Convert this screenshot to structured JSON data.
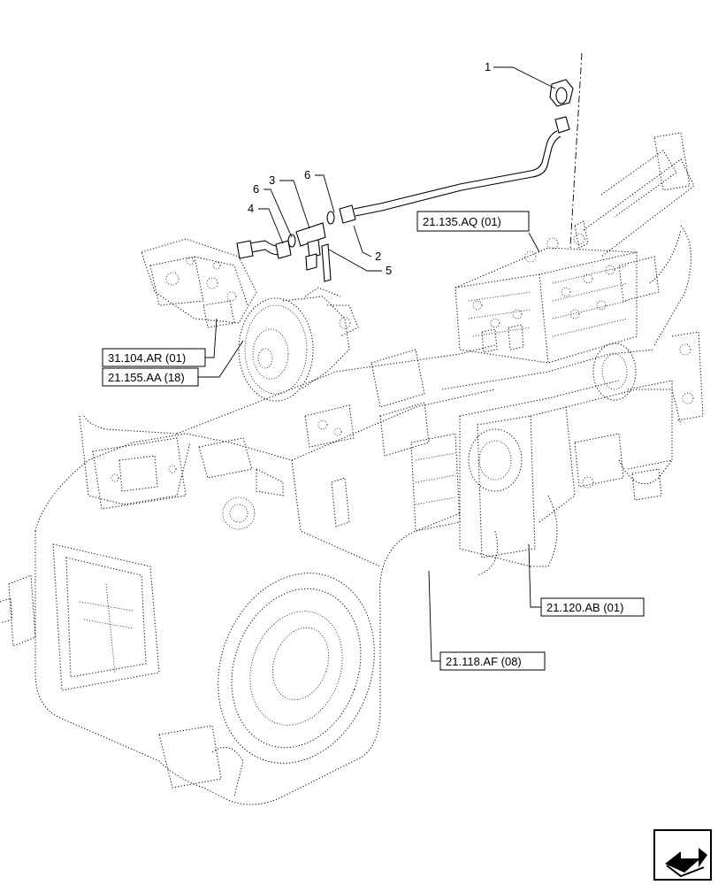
{
  "callouts": [
    {
      "id": "c1",
      "label": "1"
    },
    {
      "id": "c2",
      "label": "2"
    },
    {
      "id": "c3",
      "label": "3"
    },
    {
      "id": "c4",
      "label": "4"
    },
    {
      "id": "c5",
      "label": "5"
    },
    {
      "id": "c6a",
      "label": "6"
    },
    {
      "id": "c6b",
      "label": "6"
    }
  ],
  "references": [
    {
      "id": "r1",
      "label": "21.135.AQ (01)"
    },
    {
      "id": "r2",
      "label": "31.104.AR (01)"
    },
    {
      "id": "r3",
      "label": "21.155.AA (18)"
    },
    {
      "id": "r4",
      "label": "21.120.AB (01)"
    },
    {
      "id": "r5",
      "label": "21.118.AF (08)"
    }
  ],
  "icons": {
    "corner": "next-page-arrow-icon"
  }
}
